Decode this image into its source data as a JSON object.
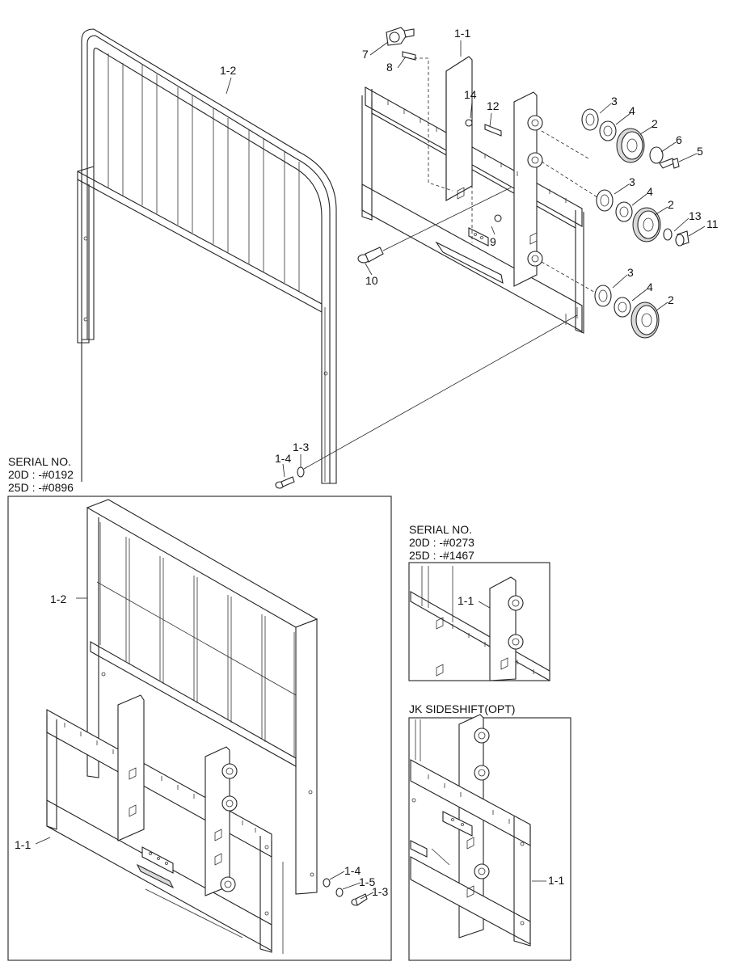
{
  "callouts": {
    "c1_1": "1-1",
    "c1_2": "1-2",
    "c1_3": "1-3",
    "c1_4": "1-4",
    "c1_5": "1-5",
    "c2": "2",
    "c3": "3",
    "c4": "4",
    "c5": "5",
    "c6": "6",
    "c7": "7",
    "c8": "8",
    "c9": "9",
    "c10": "10",
    "c11": "11",
    "c12": "12",
    "c13": "13",
    "c14": "14"
  },
  "inset_a": {
    "heading": "SERIAL NO.",
    "line1": "20D : -#0192",
    "line2": "25D : -#0896"
  },
  "inset_b": {
    "heading": "SERIAL NO.",
    "line1": "20D : -#0273",
    "line2": "25D : -#1467"
  },
  "inset_c": {
    "heading": "JK SIDESHIFT(OPT)"
  }
}
